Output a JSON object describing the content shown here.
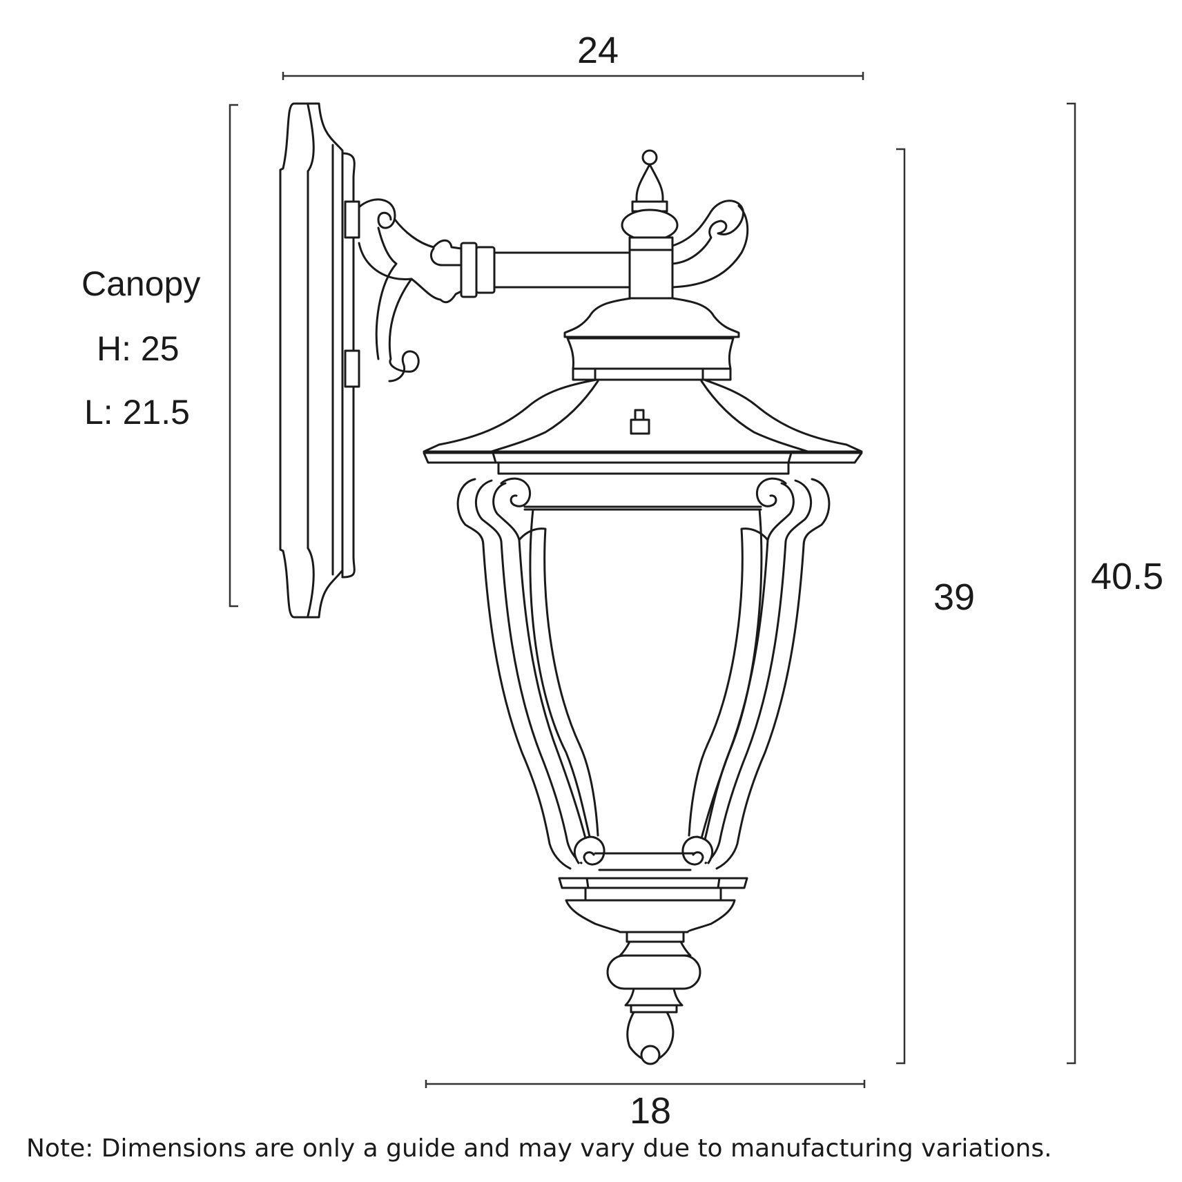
{
  "dimensions": {
    "overall_width": "24",
    "body_height": "39",
    "overall_height": "40.5",
    "body_width": "18"
  },
  "canopy": {
    "title": "Canopy",
    "height": "H: 25",
    "length": "L: 21.5"
  },
  "note": "Note: Dimensions are only a guide and may vary due to manufacturing variations.",
  "icons": [
    "wall-lantern-drawing"
  ]
}
